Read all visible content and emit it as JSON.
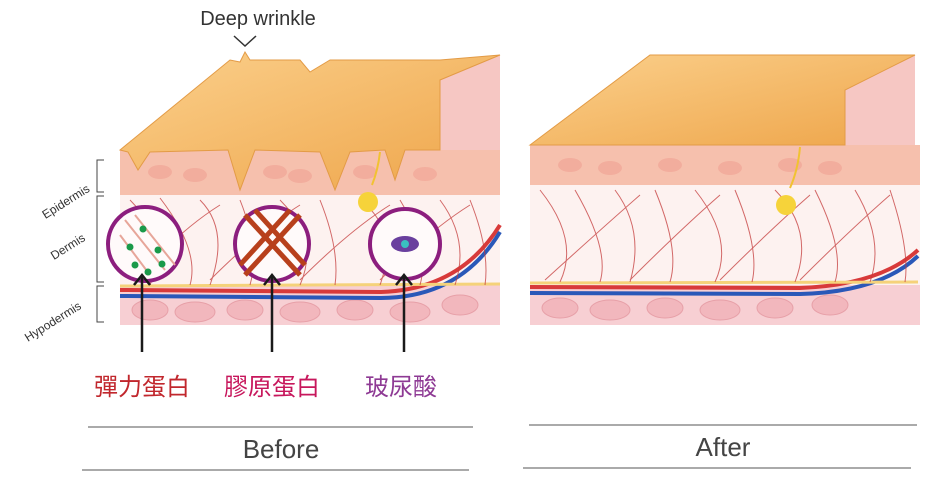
{
  "annotation": {
    "deep_wrinkle": "Deep wrinkle"
  },
  "layers": {
    "epidermis": "Epidermis",
    "dermis": "Dermis",
    "hypodermis": "Hypodermis"
  },
  "components": [
    {
      "label": "彈力蛋白",
      "color": "#c1272d"
    },
    {
      "label": "膠原蛋白",
      "color": "#c7175c"
    },
    {
      "label": "玻尿酸",
      "color": "#8e3a94"
    }
  ],
  "panels": {
    "before": "Before",
    "after": "After"
  },
  "colors": {
    "skin_surface": "#f3b362",
    "epidermis": "#f6c0ad",
    "dermis": "#fdf2f0",
    "hypodermis": "#f7cfd3",
    "fiber": "#c43a3a",
    "circle_ring": "#8c1e7e"
  }
}
